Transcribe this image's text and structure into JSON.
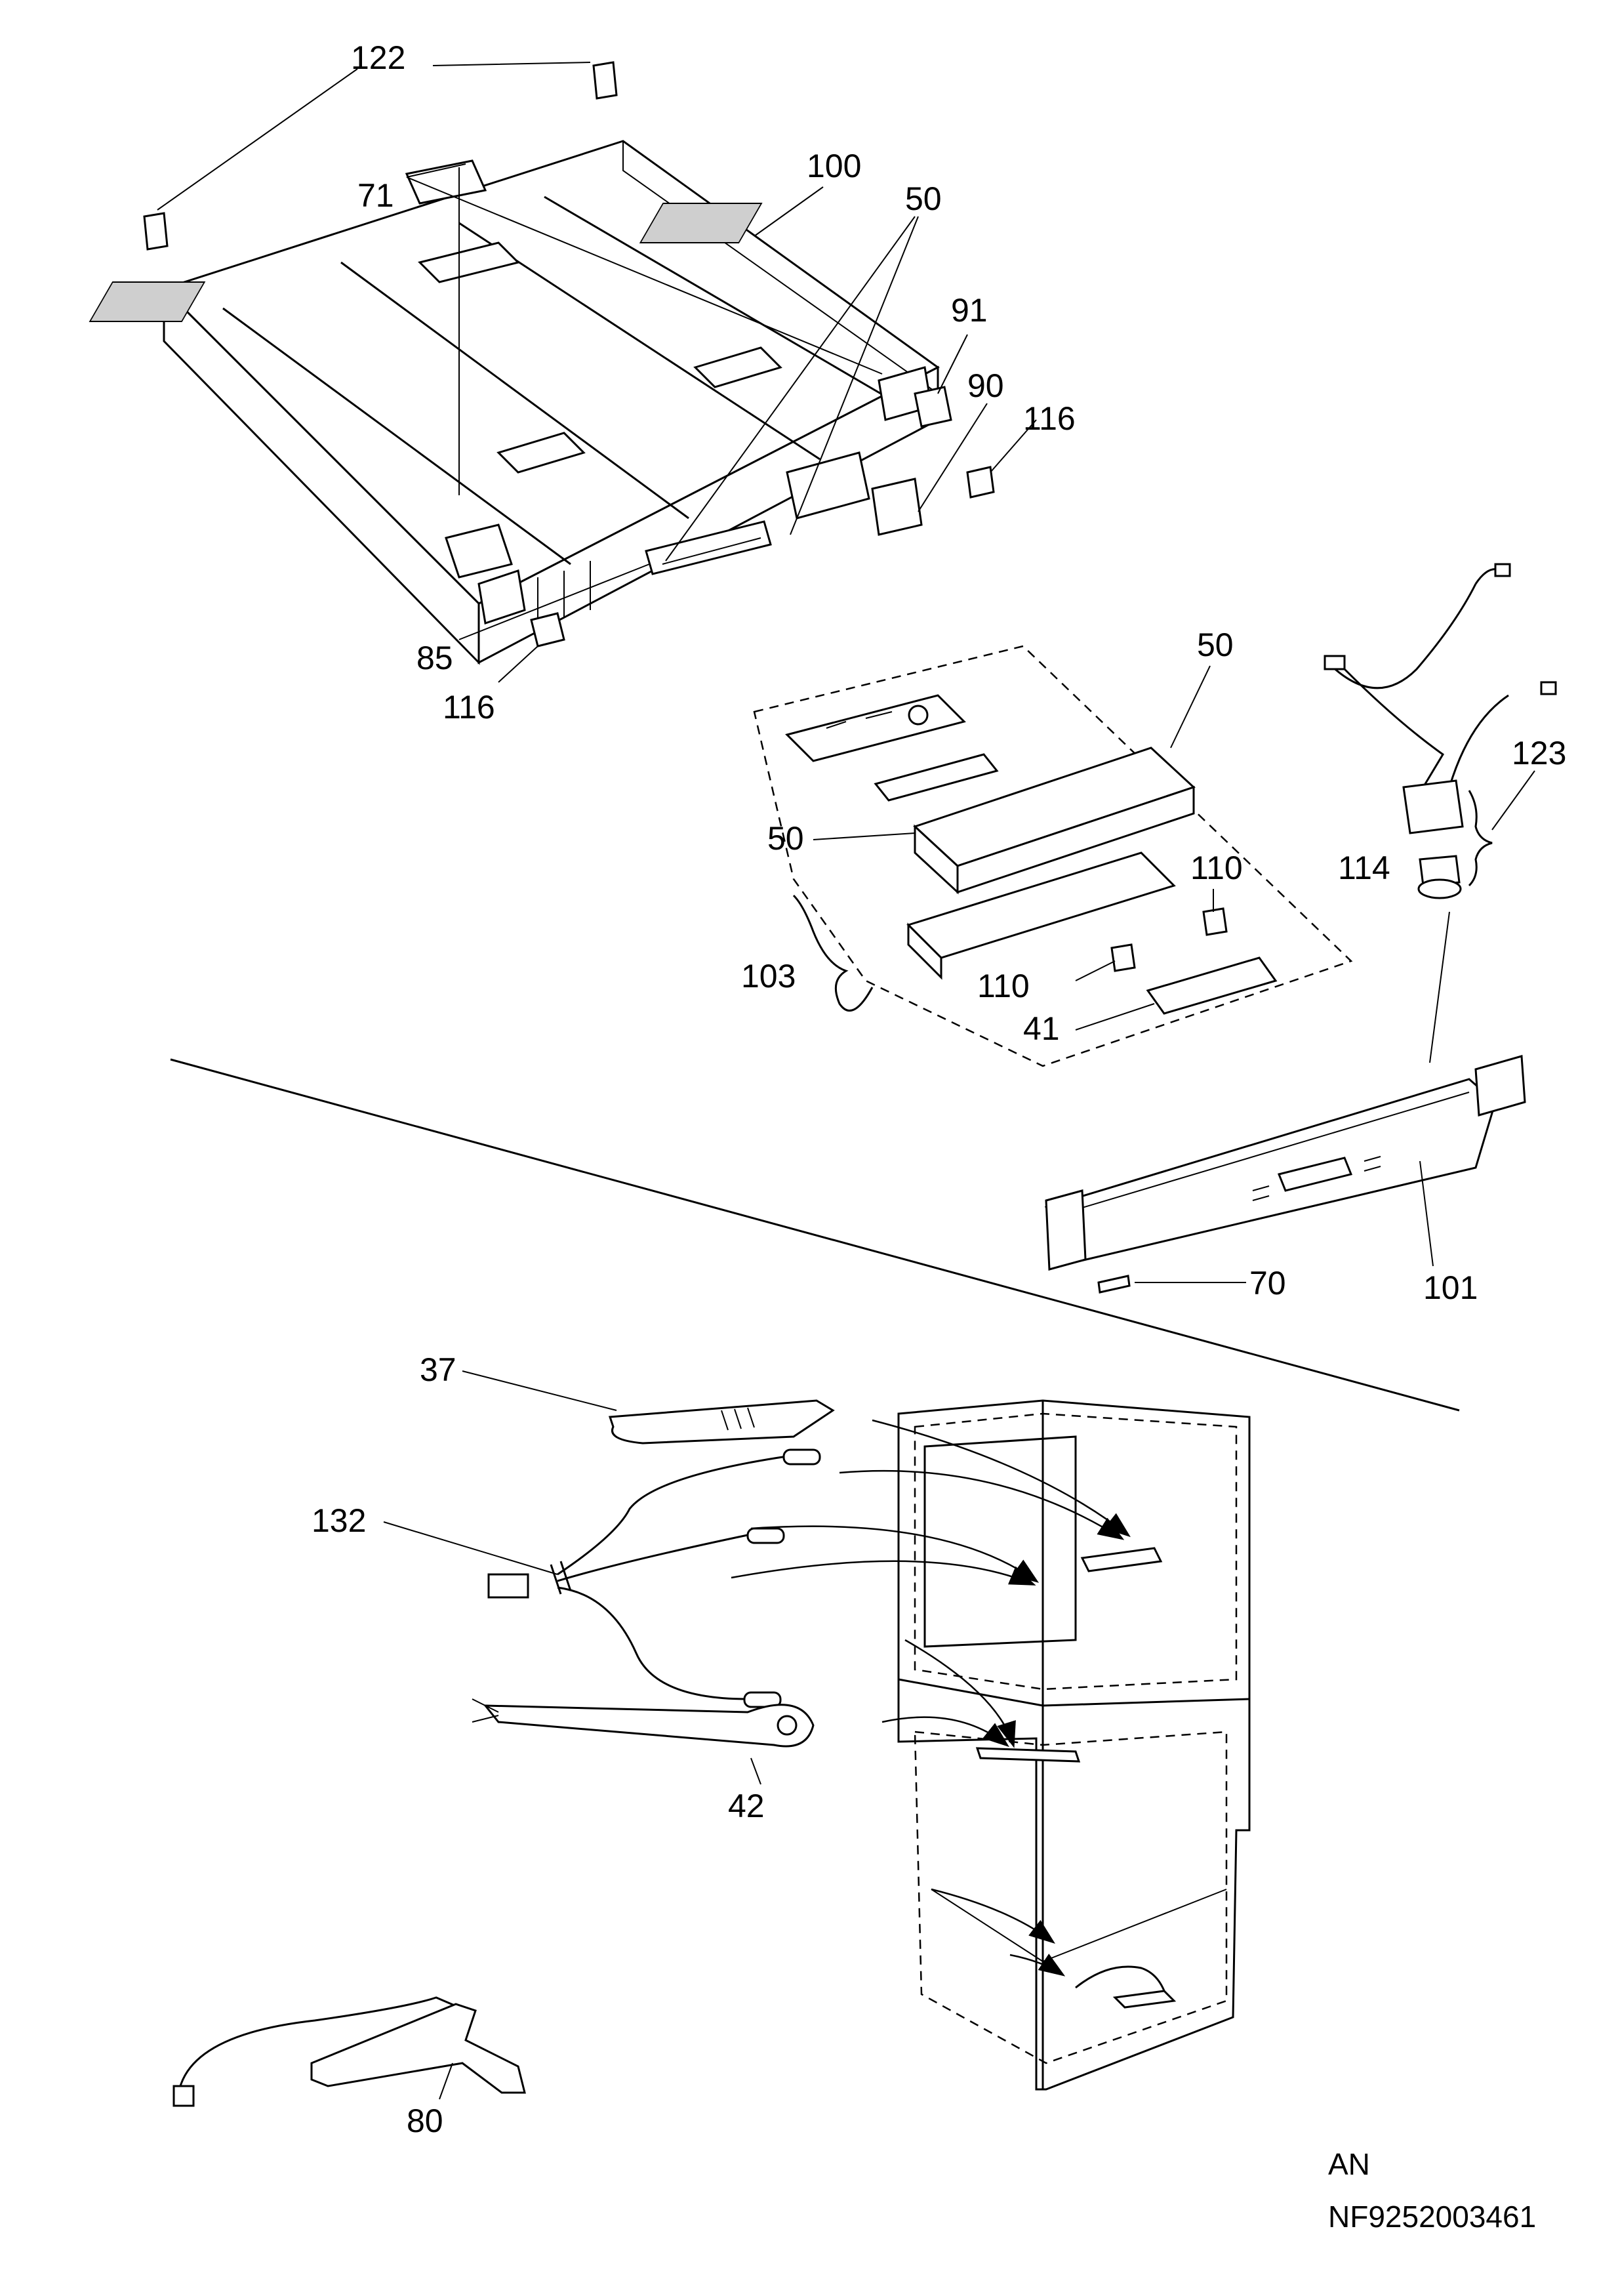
{
  "diagram": {
    "labels": {
      "p122": "122",
      "p71": "71",
      "p100": "100",
      "p50a": "50",
      "p91": "91",
      "p90": "90",
      "p116a": "116",
      "p85": "85",
      "p116b": "116",
      "p50b": "50",
      "p123": "123",
      "p114": "114",
      "p50c": "50",
      "p110a": "110",
      "p103": "103",
      "p110b": "110",
      "p41": "41",
      "p70": "70",
      "p101": "101",
      "p37": "37",
      "p132": "132",
      "p42": "42",
      "p80": "80"
    },
    "variant": "AN",
    "drawing_code": "NF9252003461"
  }
}
